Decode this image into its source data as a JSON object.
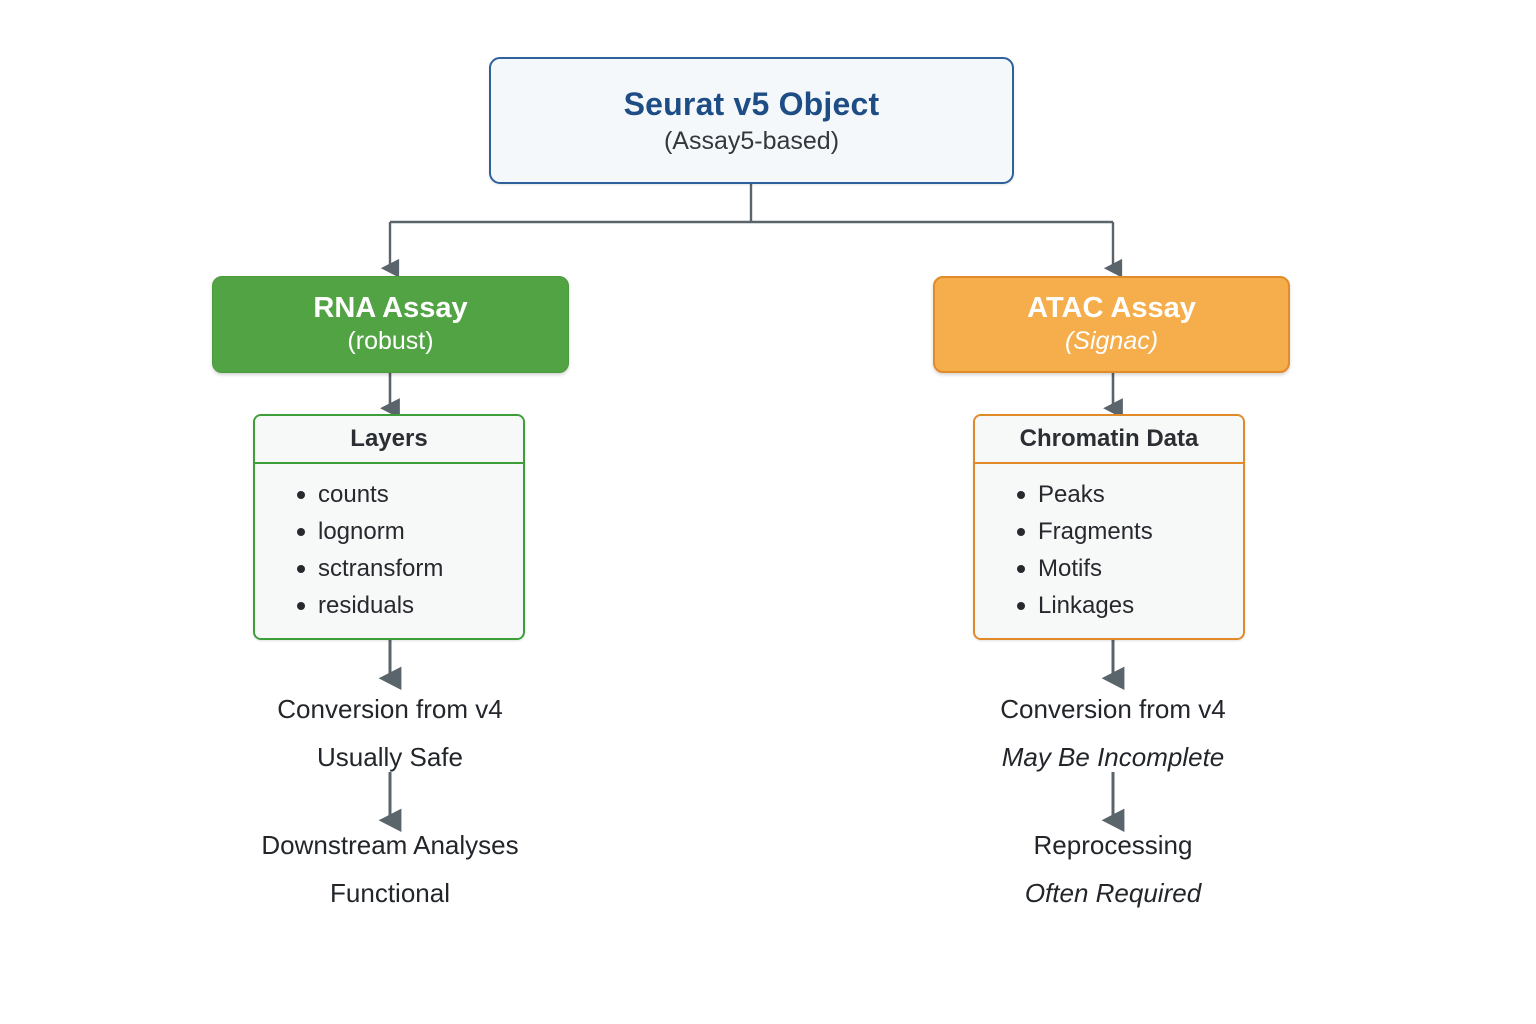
{
  "diagram": {
    "title_root": "Seurat v5 Object",
    "subtitle_root": "(Assay5-based)",
    "colors": {
      "root_border": "#2f619d",
      "root_fill": "#f4f8fb",
      "root_text": "#1d4d84",
      "rna_fill": "#51a344",
      "rna_border": "#3d9e3a",
      "atac_fill": "#f5ae4b",
      "atac_border": "#e08a2a",
      "panel_fill": "#f7f8f8",
      "arrow": "#5a646b",
      "text": "#22262a"
    },
    "branches": {
      "left": {
        "assay_title": "RNA Assay",
        "assay_subtitle": "(robust)",
        "assay_subtitle_italic": false,
        "panel_header": "Layers",
        "panel_items": [
          "counts",
          "lognorm",
          "sctransform",
          "residuals"
        ],
        "step1_main": "Conversion from v4",
        "step1_sub": "Usually Safe",
        "step1_sub_italic": false,
        "step2_main": "Downstream Analyses",
        "step2_sub": "Functional",
        "step2_sub_italic": false
      },
      "right": {
        "assay_title": "ATAC Assay",
        "assay_subtitle": "(Signac)",
        "assay_subtitle_italic": true,
        "panel_header": "Chromatin Data",
        "panel_items": [
          "Peaks",
          "Fragments",
          "Motifs",
          "Linkages"
        ],
        "step1_main": "Conversion from v4",
        "step1_sub": "May Be Incomplete",
        "step1_sub_italic": true,
        "step2_main": "Reprocessing",
        "step2_sub": "Often Required",
        "step2_sub_italic": true
      }
    }
  }
}
